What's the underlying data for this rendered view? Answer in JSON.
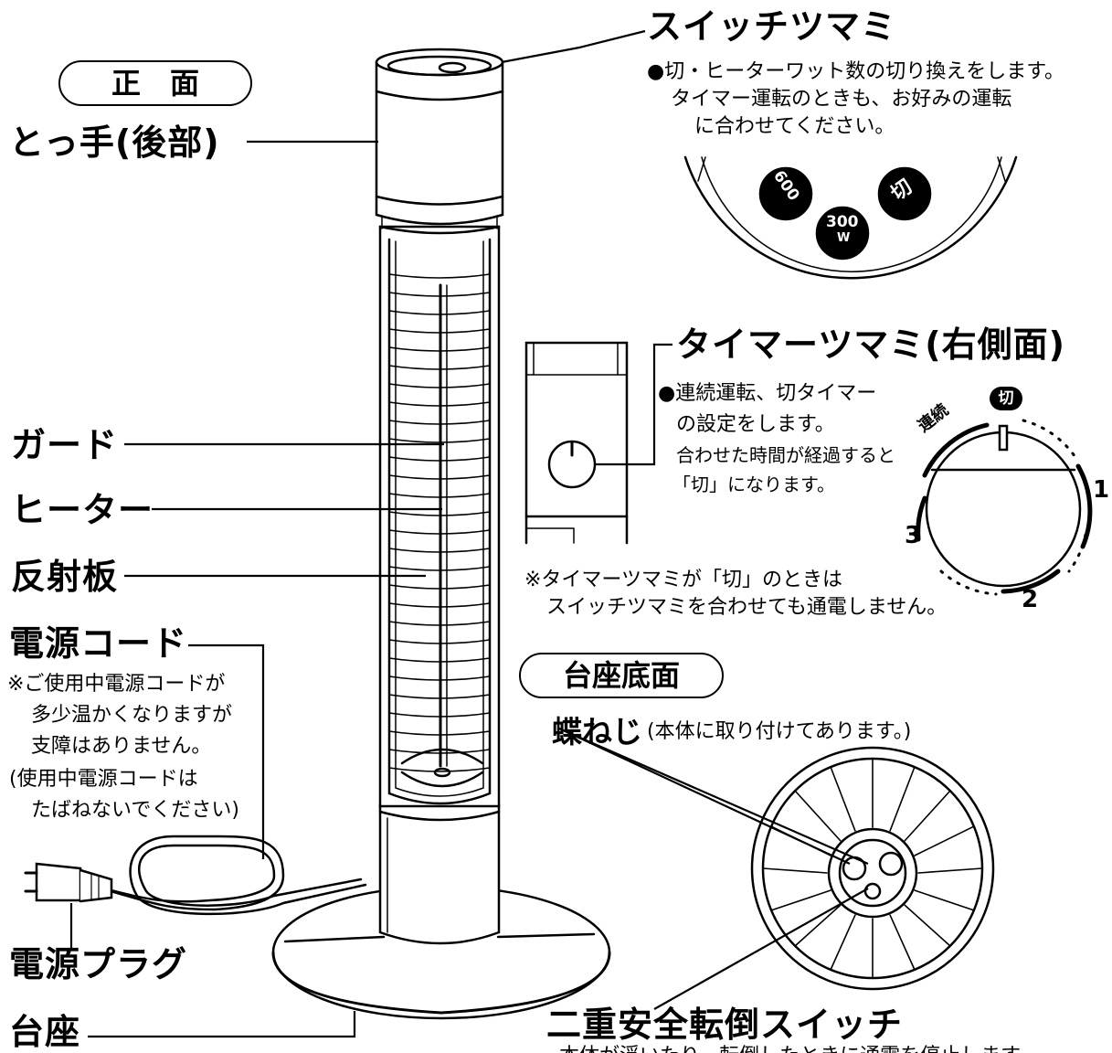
{
  "front_section": {
    "pill": "正　面"
  },
  "labels": {
    "handle": "とっ手(後部)",
    "guard": "ガード",
    "heater": "ヒーター",
    "reflector": "反射板",
    "power_cord": "電源コード",
    "power_plug": "電源プラグ",
    "base": "台座"
  },
  "cord_note": {
    "line1": "※ご使用中電源コードが",
    "line2": "多少温かくなりますが",
    "line3": "支障はありません。",
    "line4": "(使用中電源コードは",
    "line5": "たばねないでください)"
  },
  "switch_knob": {
    "title": "スイッチツマミ",
    "desc1": "●切・ヒーターワット数の切り換えをします。",
    "desc2": "タイマー運転のときも、お好みの運転",
    "desc3": "に合わせてください。",
    "dial": {
      "w600": "600",
      "w300": "300",
      "w": "W",
      "off": "切"
    }
  },
  "timer_knob": {
    "title": "タイマーツマミ(右側面)",
    "desc1": "●連続運転、切タイマー",
    "desc2": "の設定をします。",
    "desc3": "合わせた時間が経過すると",
    "desc4": "「切」になります。",
    "dial": {
      "continuous": "連続",
      "off": "切",
      "n1": "1",
      "n2": "2",
      "n3": "3"
    },
    "note1": "※タイマーツマミが「切」のときは",
    "note2": "スイッチツマミを合わせても通電しません。"
  },
  "base_bottom": {
    "pill": "台座底面",
    "butterfly_screw": "蝶ねじ",
    "butterfly_note": "(本体に取り付けてあります。)",
    "safety_switch": "二重安全転倒スイッチ",
    "safety_note": "本体が浮いたり、転倒したときに通電を停止します。"
  }
}
